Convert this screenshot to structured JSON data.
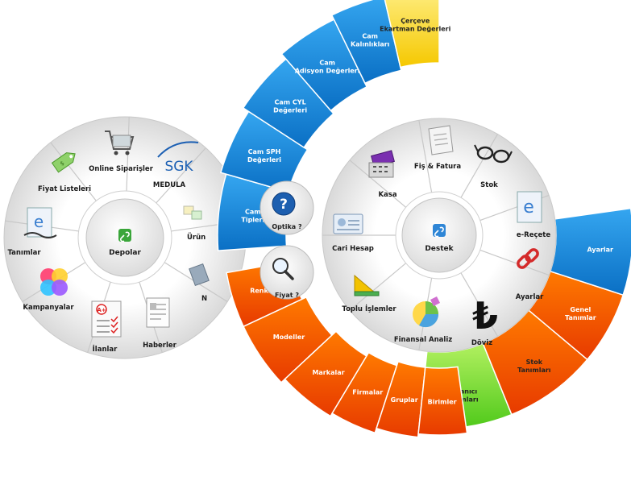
{
  "colors": {
    "blue": "#1a8ee3",
    "blue_dark": "#0b63b0",
    "orange": "#ff6a00",
    "orange_dark": "#e33b00",
    "yellow": "#ffdd33",
    "green": "#78e02a",
    "wheel_light": "#f7f7f7",
    "wheel_dark": "#d6d6d6",
    "hub_icon": "#2f86d6"
  },
  "left_wheel": {
    "hub_label": "Depolar",
    "segments": [
      {
        "label": "Fiyat Listeleri",
        "icon": "price-tag-icon"
      },
      {
        "label": "Online Siparişler",
        "icon": "shopping-cart-icon"
      },
      {
        "label": "MEDULA",
        "icon": "sgk-logo-icon"
      },
      {
        "label": "Ürün",
        "icon": "boxes-icon"
      },
      {
        "label": "N",
        "icon": "news-stack-icon"
      },
      {
        "label": "Haberler",
        "icon": "document-icon"
      },
      {
        "label": "İlanlar",
        "icon": "checklist-icon"
      },
      {
        "label": "Kampanyalar",
        "icon": "colorful-circles-icon"
      },
      {
        "label": "Tanımlar",
        "icon": "glasses-document-icon"
      }
    ],
    "sgk_text": "SGK"
  },
  "right_wheel": {
    "hub_label": "Destek",
    "segments": [
      {
        "label": "Fiş & Fatura",
        "icon": "receipt-icon"
      },
      {
        "label": "Stok",
        "icon": "glasses-icon"
      },
      {
        "label": "e-Reçete",
        "icon": "prescription-icon"
      },
      {
        "label": "Ayarlar",
        "icon": "link-icon"
      },
      {
        "label": "Döviz",
        "icon": "lira-icon"
      },
      {
        "label": "Finansal Analiz",
        "icon": "pie-chart-icon"
      },
      {
        "label": "Toplu İşlemler",
        "icon": "ruler-triangle-icon"
      },
      {
        "label": "Cari Hesap",
        "icon": "id-card-icon"
      },
      {
        "label": "Kasa",
        "icon": "card-reader-icon"
      }
    ],
    "lira_symbol": "₺"
  },
  "spiral": {
    "blue_items": [
      {
        "label": "Cam Tipleri"
      },
      {
        "label": "Cam SPH Değerleri"
      },
      {
        "label": "Cam CYL Değerleri"
      },
      {
        "label": "Cam Adisyon Değerleri"
      },
      {
        "label": "Cam Kalınlıkları"
      }
    ],
    "yellow_item": {
      "label": "Çerçeve Ekartman Değerleri"
    },
    "orange_items": [
      {
        "label": "Renkler"
      },
      {
        "label": "Modeller"
      },
      {
        "label": "Markalar"
      },
      {
        "label": "Firmalar"
      },
      {
        "label": "Gruplar"
      },
      {
        "label": "Birimler"
      }
    ]
  },
  "right_arc": {
    "green_item": {
      "label": "Kullanıcı Tanımları"
    },
    "orange_items": [
      {
        "label": "Stok Tanımları"
      },
      {
        "label": "Genel Tanımlar"
      }
    ],
    "blue_item": {
      "label": "Ayarlar"
    }
  },
  "small_buttons": [
    {
      "label": "Optika ?",
      "icon": "question-icon"
    },
    {
      "label": "Fiyat ?",
      "icon": "magnifier-icon"
    }
  ]
}
